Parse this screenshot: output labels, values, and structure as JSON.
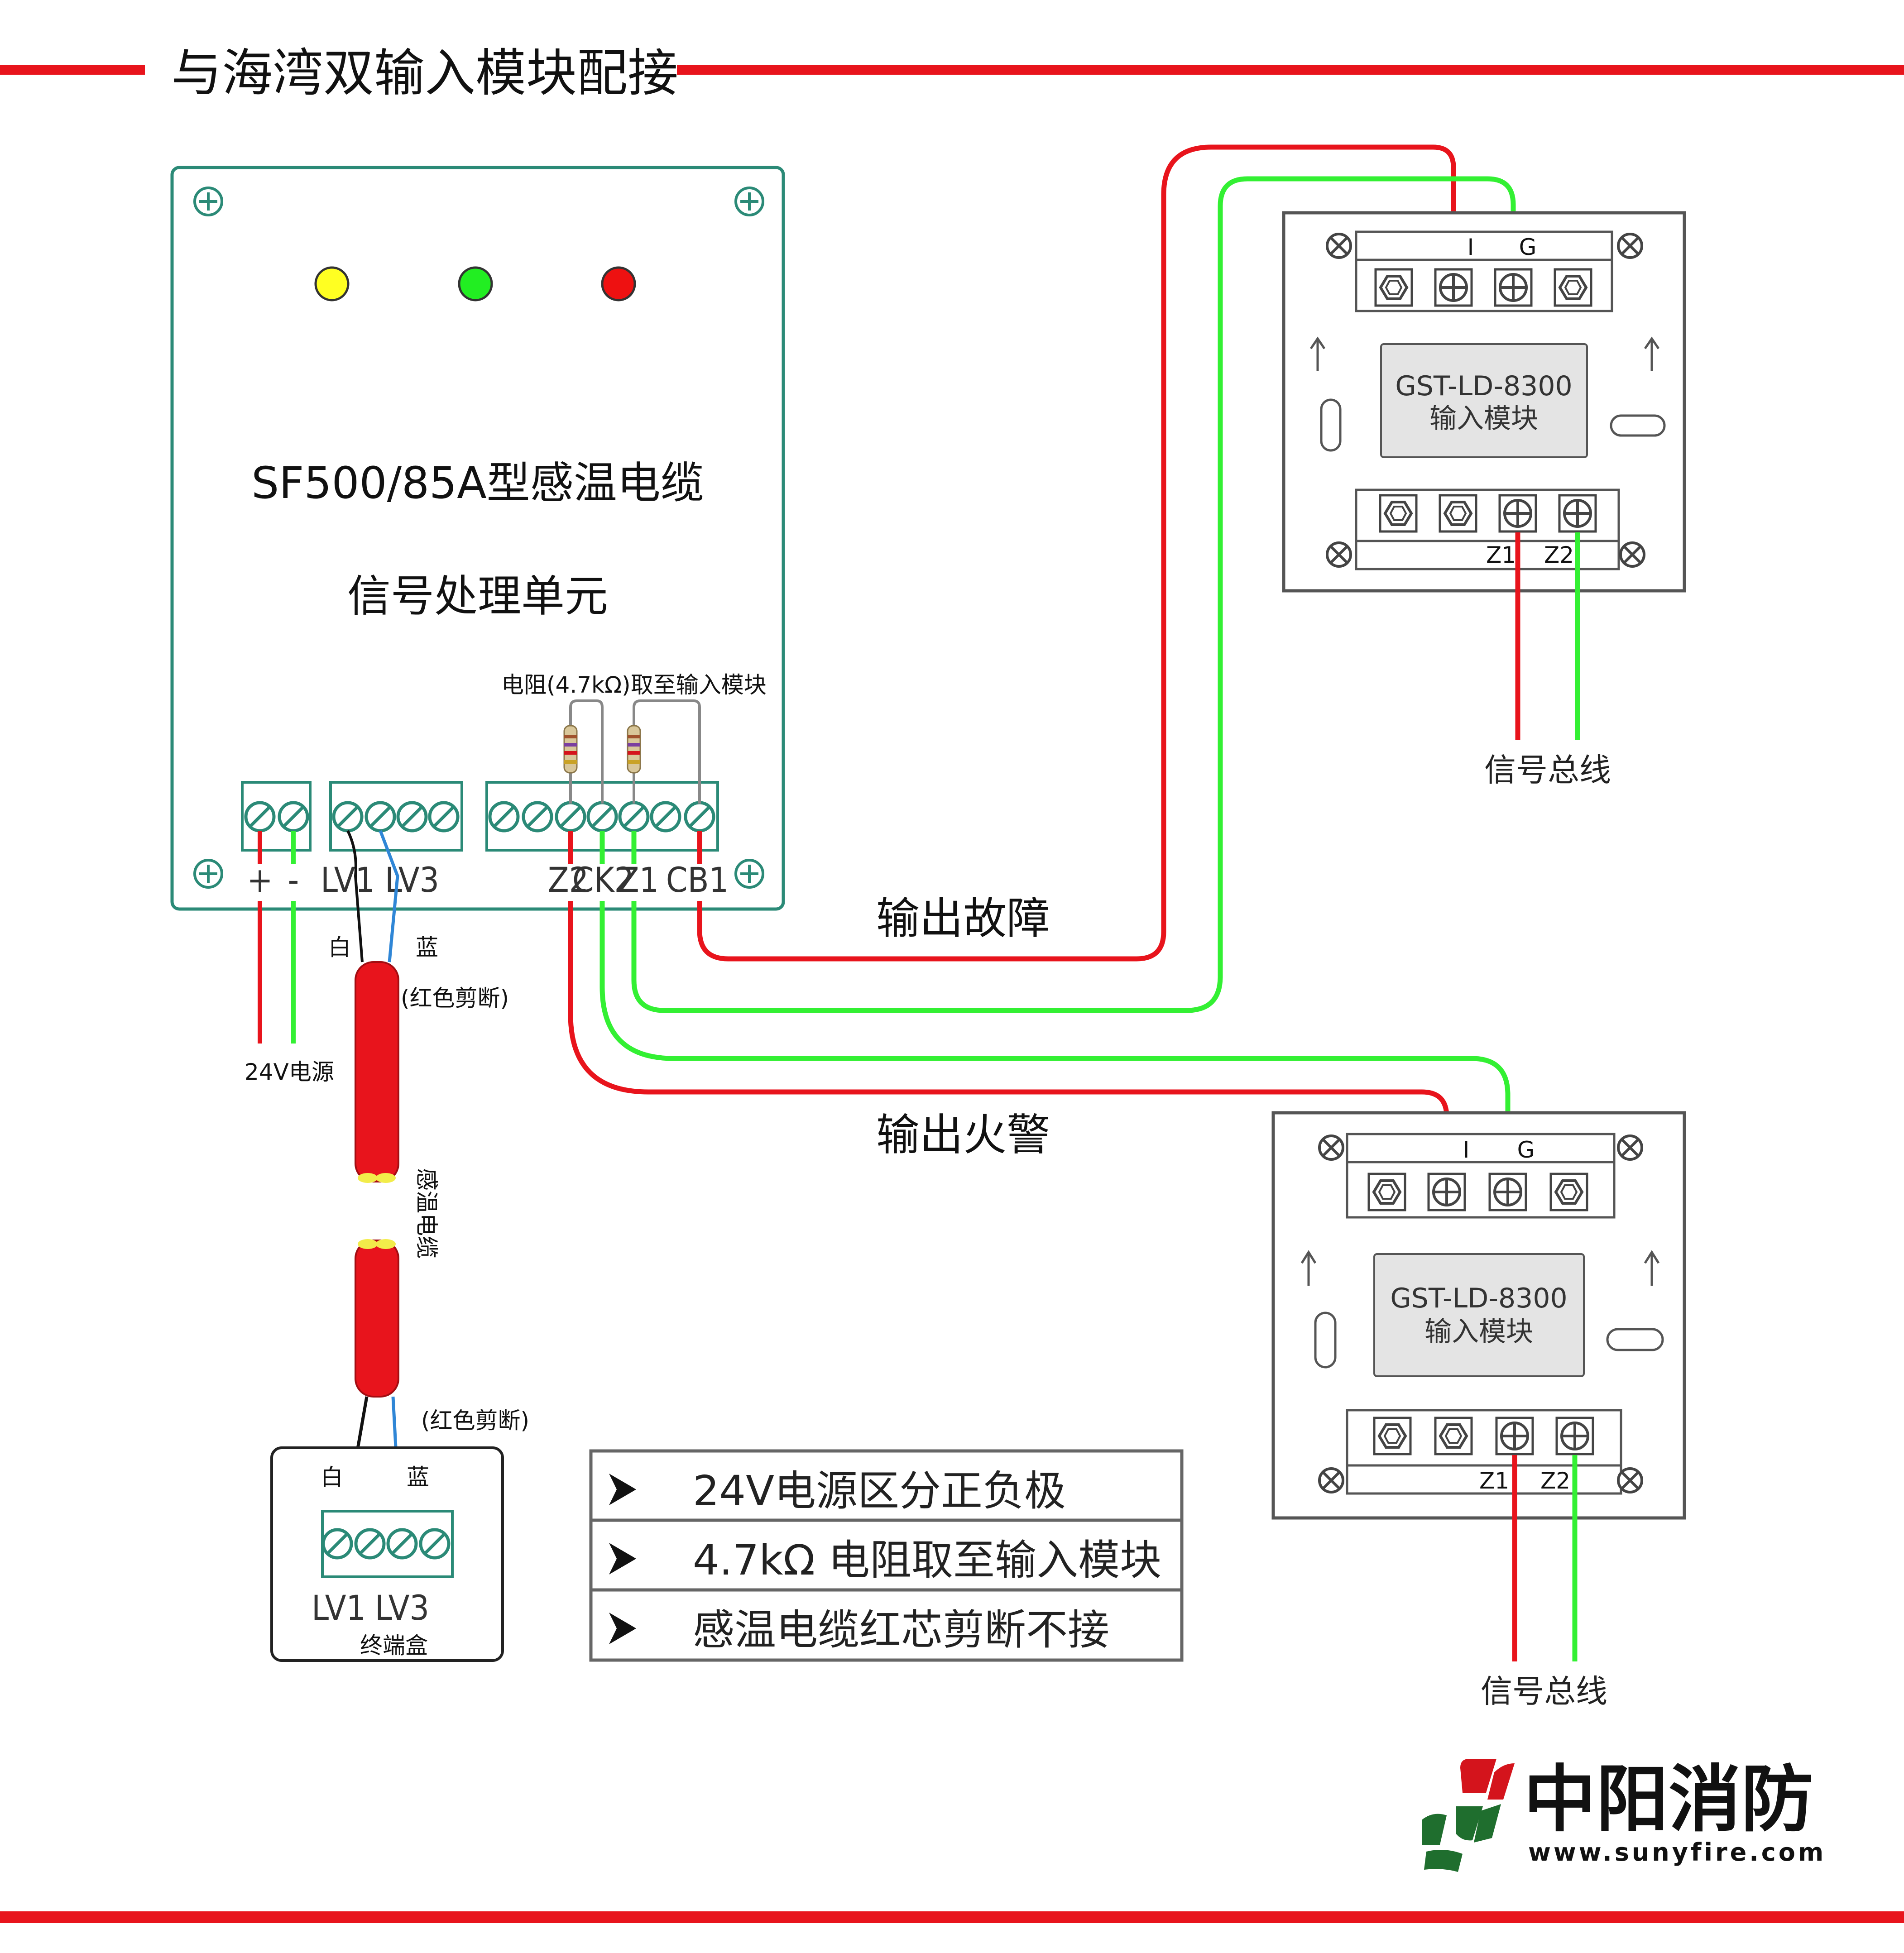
{
  "title": "与海湾双输入模块配接",
  "unit": {
    "model": "SF500/85A型感温电缆",
    "name": "信号处理单元",
    "resistor_note": "电阻(4.7kΩ)取至输入模块",
    "terminals": {
      "plus": "+",
      "minus": "-",
      "lv1": "LV1",
      "lv3": "LV3",
      "z2": "Z2",
      "ck2": "CK2",
      "z1": "Z1",
      "cb1": "CB1"
    }
  },
  "power_label": "24V电源",
  "wire_labels": {
    "white": "白",
    "blue": "蓝",
    "red_cut": "(红色剪断)"
  },
  "cable_label": "感温电缆",
  "output_fault": "输出故障",
  "output_fire": "输出火警",
  "module": {
    "model": "GST-LD-8300",
    "name": "输入模块",
    "top_i": "I",
    "top_g": "G",
    "bottom_z1": "Z1",
    "bottom_z2": "Z2",
    "bus": "信号总线"
  },
  "end_box": {
    "lv1": "LV1",
    "lv3": "LV3",
    "name": "终端盒"
  },
  "notes": [
    "24V电源区分正负极",
    "4.7kΩ 电阻取至输入模块",
    "感温电缆红芯剪断不接"
  ],
  "brand": {
    "name": "中阳消防",
    "url": "www.sunyfire.com"
  },
  "colors": {
    "red": "#e8141c",
    "green": "#33f033",
    "blue": "#2f86d6",
    "teal": "#2b8a77"
  }
}
